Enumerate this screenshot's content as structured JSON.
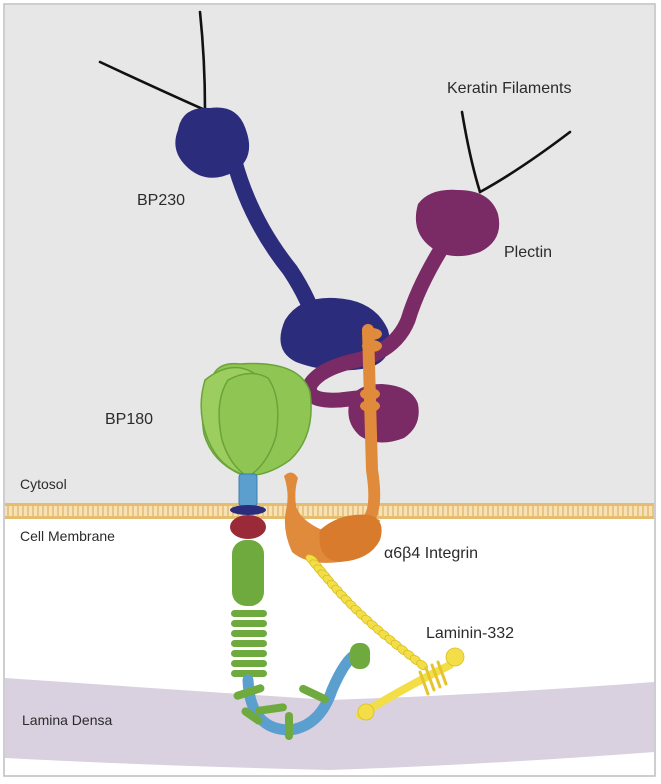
{
  "labels": {
    "keratin": "Keratin Filaments",
    "bp230": "BP230",
    "plectin": "Plectin",
    "bp180": "BP180",
    "cytosol": "Cytosol",
    "cell_membrane": "Cell Membrane",
    "integrin": "α6β4 Integrin",
    "laminin": "Laminin-332",
    "lamina_densa": "Lamina Densa"
  },
  "colors": {
    "cytosol_bg": "#e7e7e7",
    "membrane": "#efcf8c",
    "lamina_densa": "#d9d0e0",
    "bp230": "#2c2c7c",
    "plectin": "#7a2a64",
    "bp180_head": "#8fc553",
    "bp180_stalk": "#5b9fcf",
    "bp180_ring": "#9a2a38",
    "collagen": "#6eaa3e",
    "integrin": "#e08a3c",
    "laminin": "#f3de48",
    "keratin": "#111111"
  }
}
